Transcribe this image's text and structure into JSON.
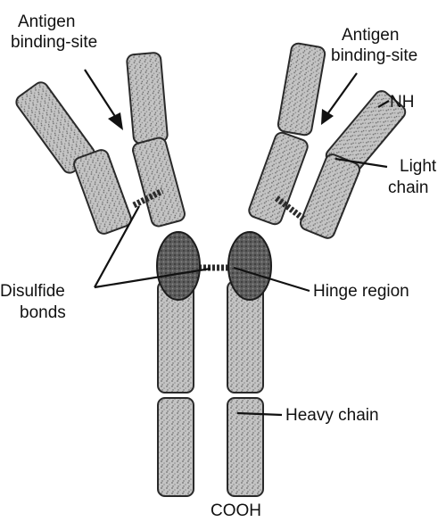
{
  "labels": {
    "antigen_left": [
      "Antigen",
      "binding-site"
    ],
    "antigen_right": [
      "Antigen",
      "binding-site"
    ],
    "nh2": "NH",
    "light_chain": [
      "Light",
      "chain"
    ],
    "disulfide": [
      "Disulfide",
      "bonds"
    ],
    "hinge_region": "Hinge region",
    "heavy_chain": "Heavy chain",
    "cooh": "COOH"
  },
  "colors": {
    "segment_fill": "#bdbdbd",
    "hinge_fill": "#5a5a5a",
    "outline": "#2a2a2a"
  }
}
